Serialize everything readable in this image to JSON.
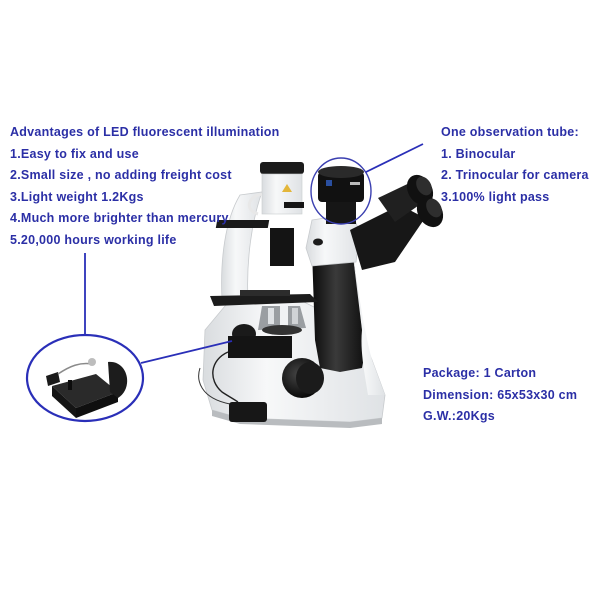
{
  "left_panel": {
    "title": "Advantages of LED fluorescent illumination",
    "items": [
      "1.Easy to fix and use",
      "2.Small size , no adding freight cost",
      "3.Light weight 1.2Kgs",
      "4.Much more brighter than mercury",
      "5.20,000 hours working life"
    ]
  },
  "right_panel": {
    "title": "One observation tube:",
    "items": [
      "1. Binocular",
      "2. Trinocular for camera",
      "3.100% light pass"
    ]
  },
  "package_panel": {
    "items": [
      "Package: 1 Carton",
      "Dimension: 65x53x30 cm",
      "G.W.:20Kgs"
    ]
  },
  "colors": {
    "text": "#2b2fa6",
    "callout_line": "#2a2fb8",
    "microscope_white": "#eef0f2",
    "microscope_black": "#151515",
    "background": "#ffffff"
  },
  "images": {
    "main": "inverted-microscope",
    "callout_detail": "led-fluorescent-module",
    "camera_highlight": "trinocular-camera"
  }
}
